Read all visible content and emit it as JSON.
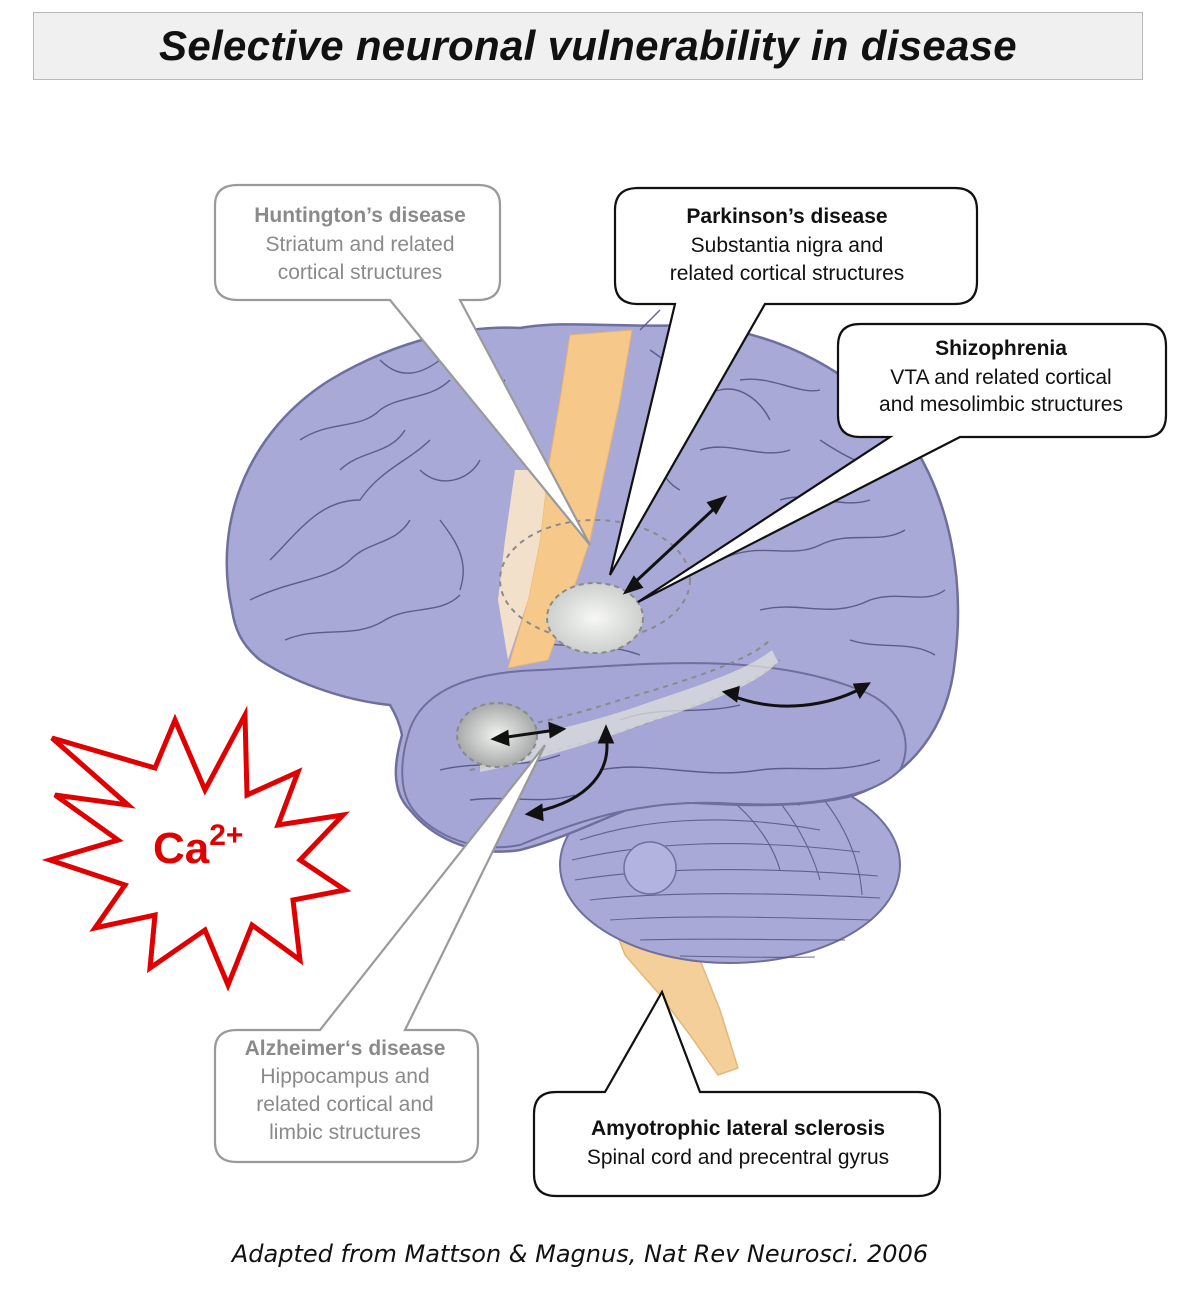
{
  "title": "Selective neuronal vulnerability in disease",
  "caption": "Adapted from Mattson & Magnus, Nat Rev Neurosci. 2006",
  "ion": {
    "base": "Ca",
    "superscript": "2+"
  },
  "callouts": {
    "huntington": {
      "title": "Huntington’s disease",
      "lines": [
        "Striatum and related",
        "cortical structures"
      ]
    },
    "parkinson": {
      "title": "Parkinson’s disease",
      "lines": [
        "Substantia nigra and",
        "related cortical structures"
      ]
    },
    "schizophrenia": {
      "title": "Shizophrenia",
      "lines": [
        "VTA and related cortical",
        "and mesolimbic structures"
      ]
    },
    "alzheimer": {
      "title": "Alzheimer‘s disease",
      "lines": [
        "Hippocampus and",
        "related cortical and",
        "limbic structures"
      ]
    },
    "als": {
      "title": "Amyotrophic lateral sclerosis",
      "lines": [
        "Spinal cord and precentral gyrus"
      ]
    }
  },
  "colors": {
    "brain": "#a9a9d8",
    "brain_outline": "#6f6f9e",
    "gyri": "#54547f",
    "motor_strip": "#f6c98a",
    "spinal_cord": "#f4cf99",
    "starburst": "#e00000",
    "muted_text": "#8a8a8a"
  }
}
